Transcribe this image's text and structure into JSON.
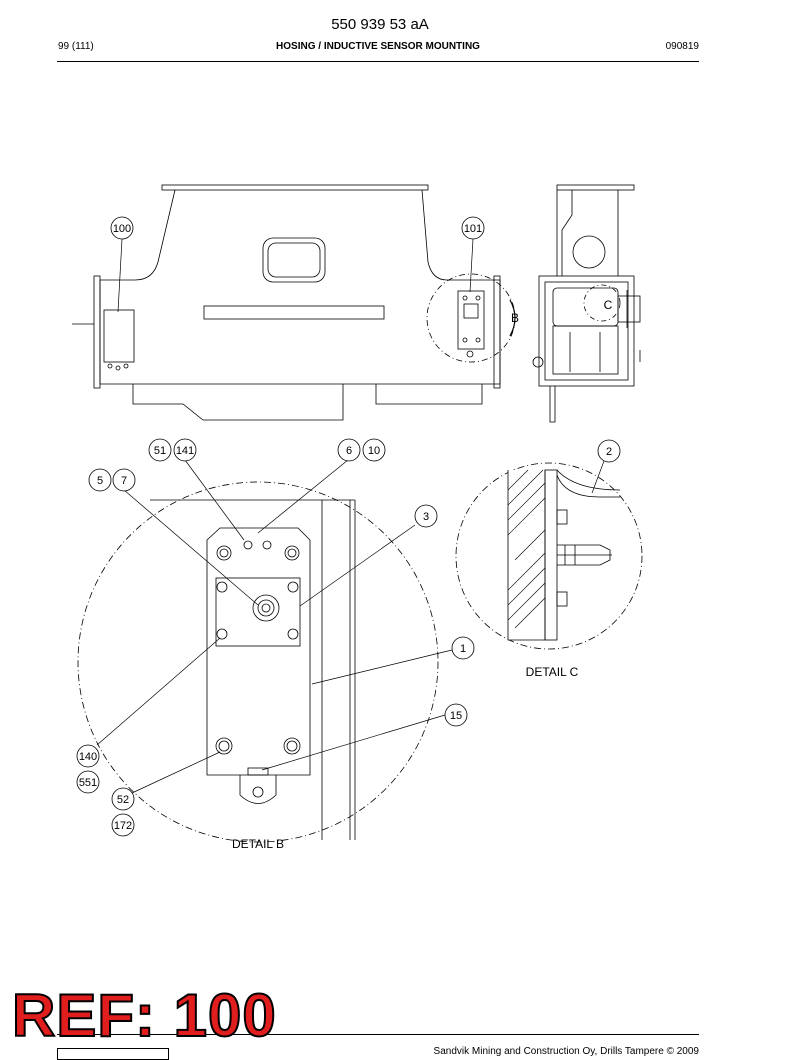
{
  "header": {
    "doc_number": "550 939 53 aA",
    "page": "99 (111)",
    "title": "HOSING / INDUCTIVE SENSOR MOUNTING",
    "date": "090819"
  },
  "drawing": {
    "callouts": {
      "c100": "100",
      "c101": "101",
      "c51": "51",
      "c141": "141",
      "c6": "6",
      "c10": "10",
      "c5": "5",
      "c7": "7",
      "c3": "3",
      "c2": "2",
      "c1": "1",
      "c15": "15",
      "c140": "140",
      "c551": "551",
      "c52": "52",
      "c172": "172"
    },
    "view_labels": {
      "b": "B",
      "c": "C",
      "detail_b": "DETAIL B",
      "detail_c": "DETAIL C"
    }
  },
  "stamp": {
    "text": "REF: 100"
  },
  "footer": {
    "copyright": "Sandvik Mining and Construction Oy, Drills Tampere © 2009"
  }
}
